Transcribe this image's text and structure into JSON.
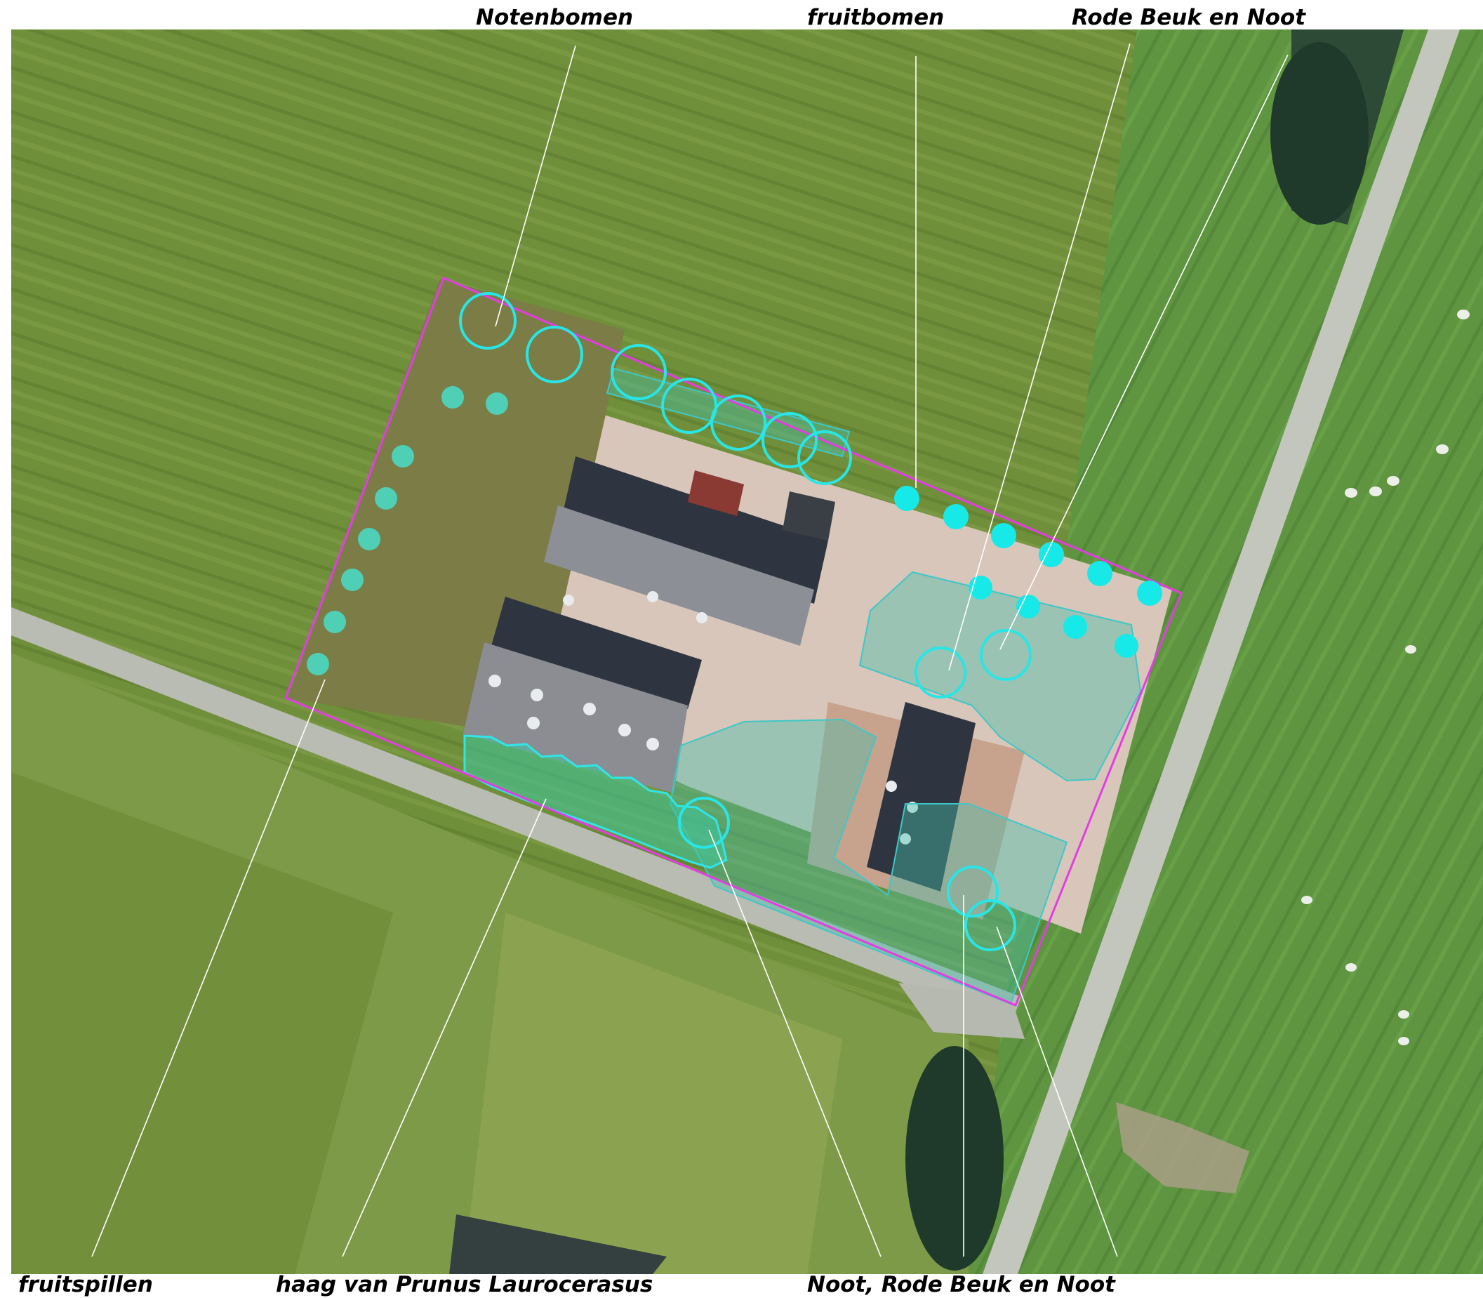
{
  "labels": {
    "notenbomen": "Notenbomen",
    "fruitbomen": "fruitbomen",
    "rode_beuk_noot": "Rode Beuk en Noot",
    "fruitspillen": "fruitspillen",
    "haag": "haag van Prunus Laurocerasus",
    "noot_rode_beuk_noot": "Noot, Rode Beuk en Noot"
  },
  "colors": {
    "plot_boundary": "#e43ce4",
    "tree_circles": "#28e6e6",
    "fruit_trees": "#17e8e8",
    "fruit_spindles": "#4ecfb6",
    "garden_area": "#46beaa",
    "leader_lines": "#ffffff",
    "label_text": "#000000"
  },
  "map": {
    "type": "aerial photo",
    "symbols": {
      "nut_trees": "open circles",
      "fruit_trees": "filled dots",
      "fruit_spindles": "filled dots",
      "hedge": "filled strip",
      "gardens": "translucent areas"
    }
  }
}
